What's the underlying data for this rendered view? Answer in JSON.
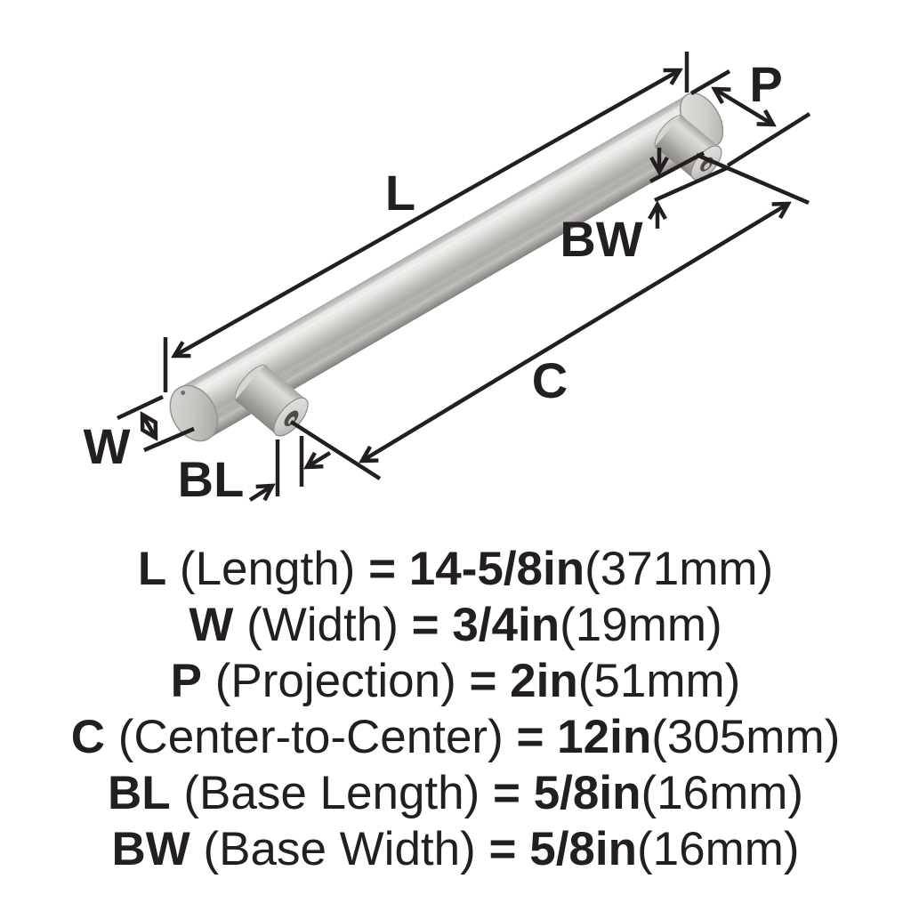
{
  "diagram": {
    "labels": {
      "L": "L",
      "W": "W",
      "P": "P",
      "C": "C",
      "BL": "BL",
      "BW": "BW"
    }
  },
  "specs": [
    {
      "abbr": "L",
      "name": "(Length)",
      "equals": "=",
      "value": "14-5/8in",
      "metric": "(371mm)"
    },
    {
      "abbr": "W",
      "name": "(Width)",
      "equals": "=",
      "value": "3/4in",
      "metric": "(19mm)"
    },
    {
      "abbr": "P",
      "name": "(Projection)",
      "equals": "=",
      "value": "2in",
      "metric": "(51mm)"
    },
    {
      "abbr": "C",
      "name": "(Center-to-Center)",
      "equals": "=",
      "value": "12in",
      "metric": "(305mm)"
    },
    {
      "abbr": "BL",
      "name": "(Base Length)",
      "equals": "=",
      "value": "5/8in",
      "metric": "(16mm)"
    },
    {
      "abbr": "BW",
      "name": "(Base Width)",
      "equals": "=",
      "value": "5/8in",
      "metric": "(16mm)"
    }
  ],
  "colors": {
    "line": "#231f20",
    "background": "#ffffff",
    "metal_highlight": "#eceae8",
    "metal_mid": "#bab8b4",
    "metal_shadow": "#83817e"
  }
}
